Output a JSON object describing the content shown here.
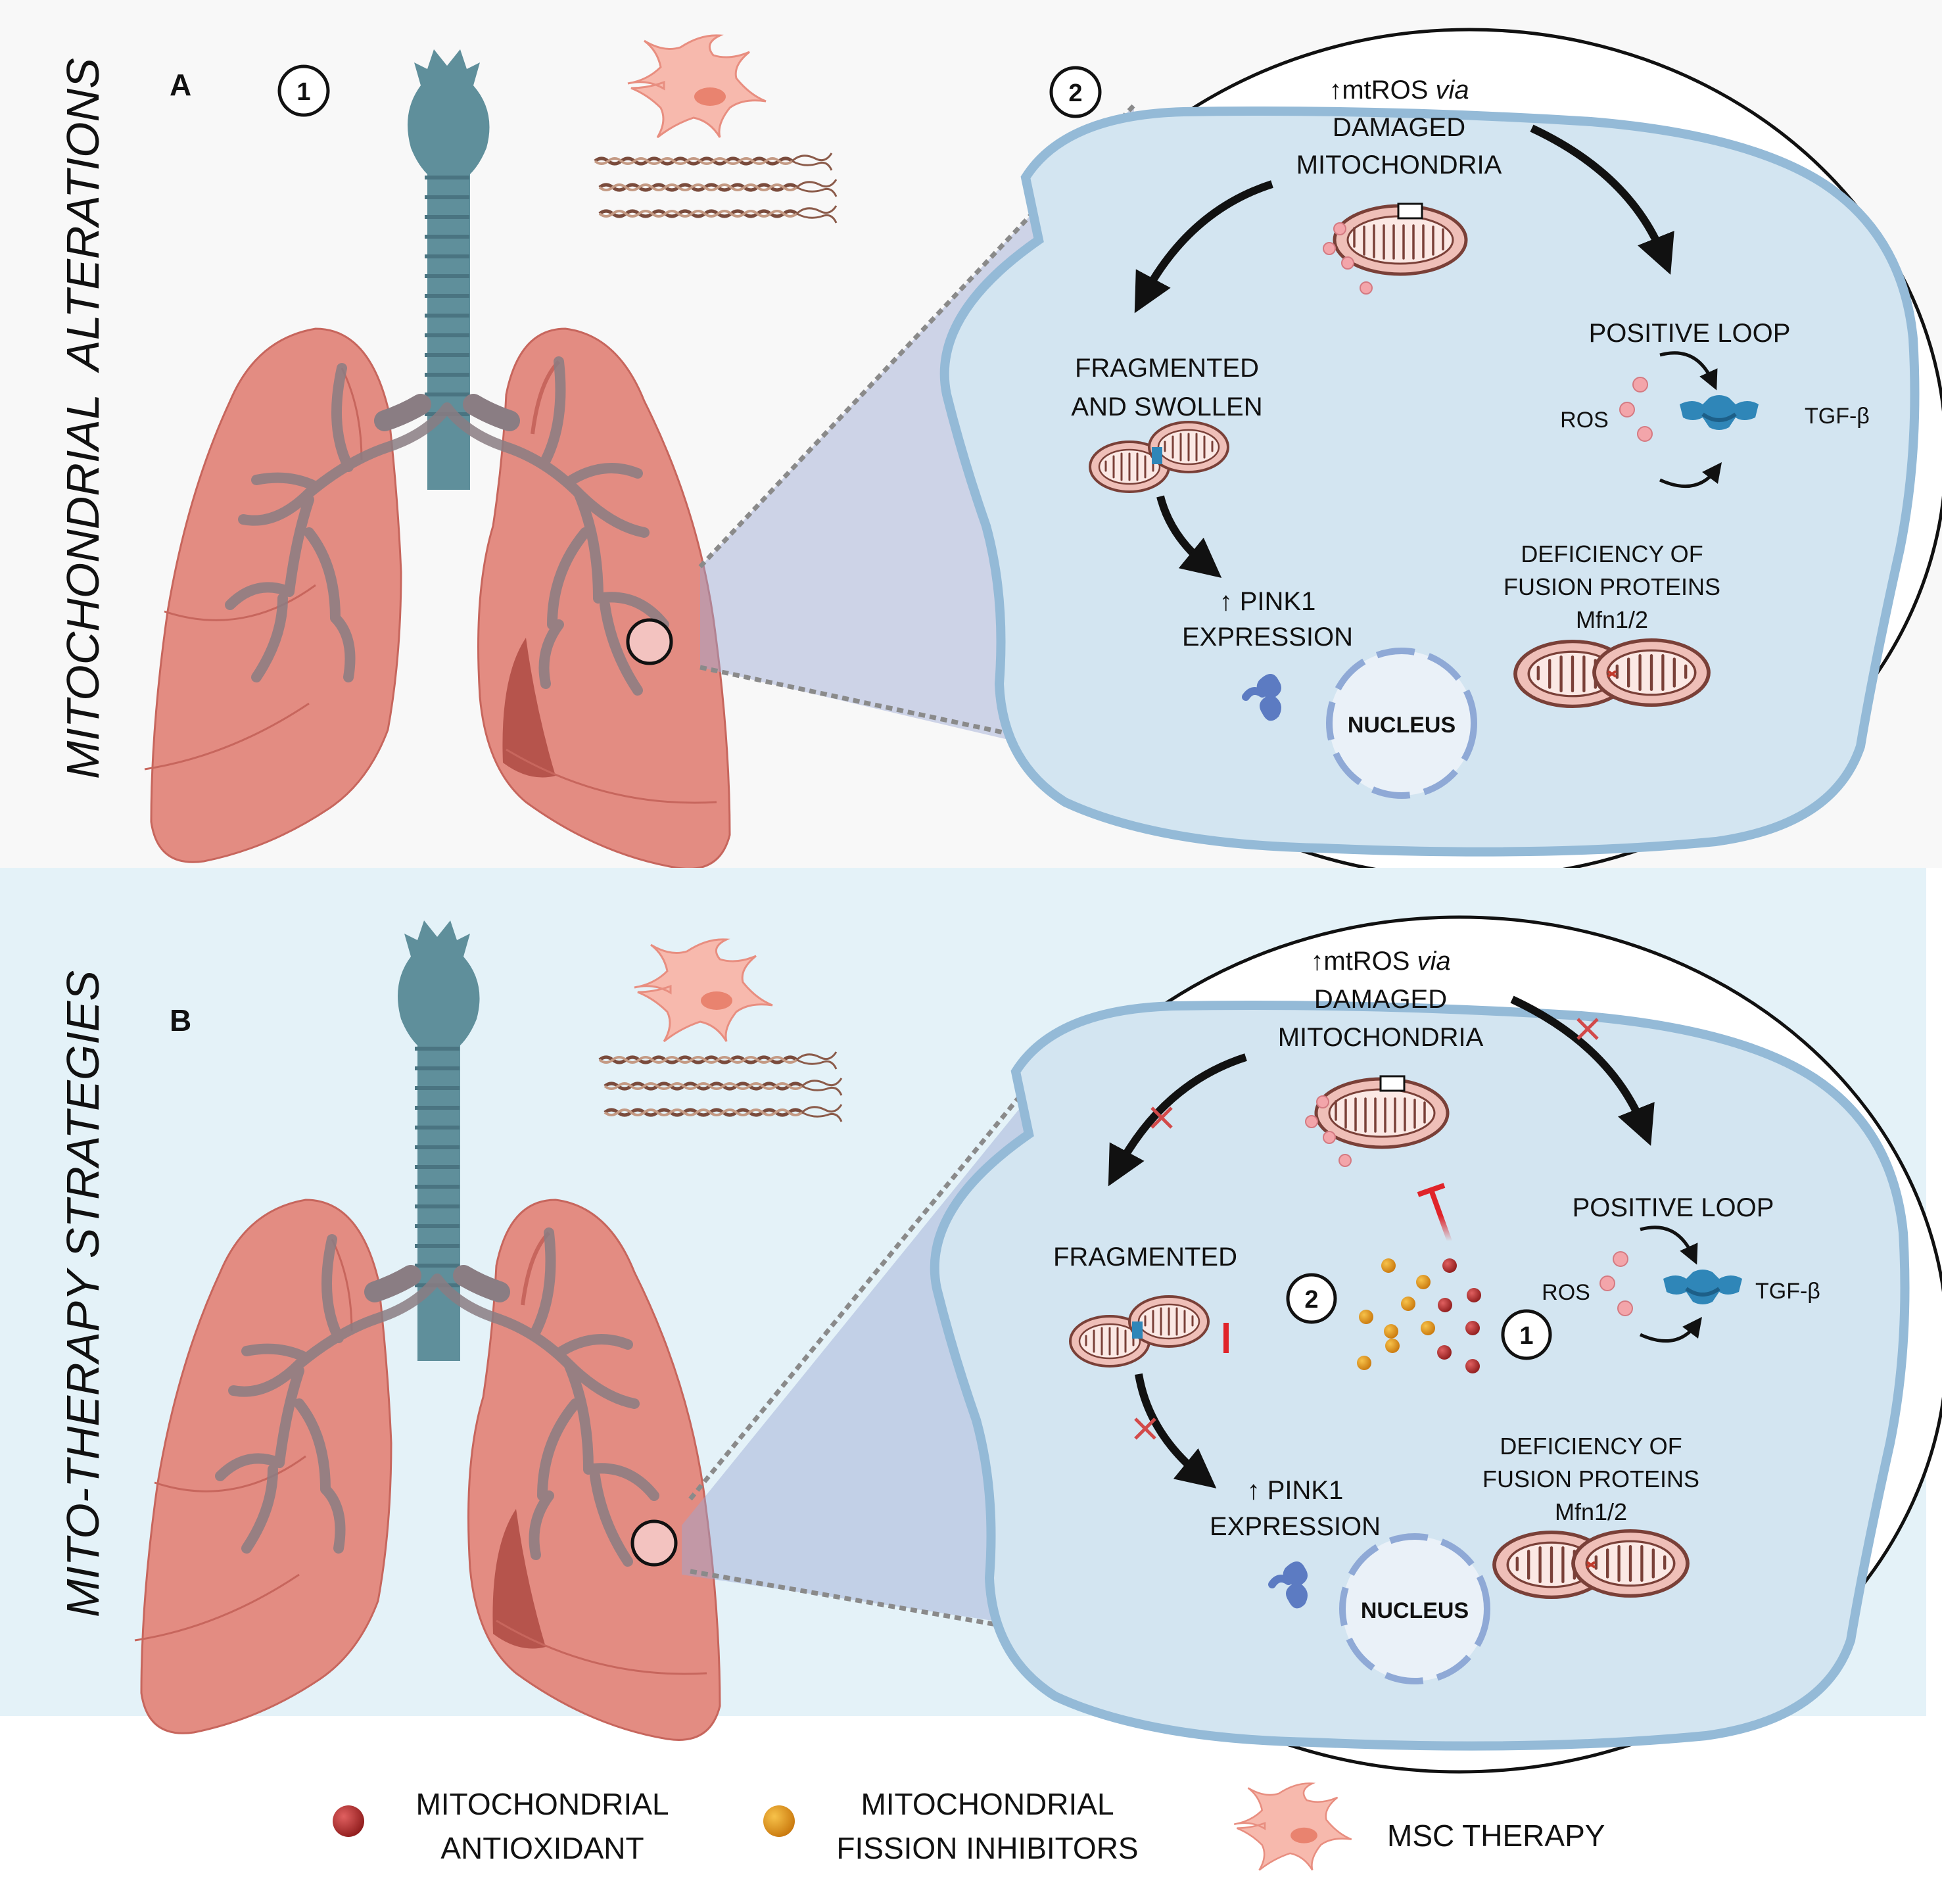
{
  "panel_a": {
    "side_title": "MITOCHONDRIAL  ALTERATIONS",
    "panel_letter": "A",
    "markers": {
      "lung": "1",
      "cell": "2"
    },
    "mtros_line1_prefix": "↑mtROS ",
    "mtros_line1_italic": "via",
    "mtros_line2": "DAMAGED",
    "mtros_line3": "MITOCHONDRIA",
    "fragmented_line1": "FRAGMENTED",
    "fragmented_line2": "AND SWOLLEN",
    "pink1_line1": "↑ PINK1",
    "pink1_line2": "EXPRESSION",
    "nucleus": "NUCLEUS",
    "positive_loop": "POSITIVE LOOP",
    "ros": "ROS",
    "tgf": "TGF-β",
    "deficiency_line1": "DEFICIENCY OF",
    "deficiency_line2": "FUSION PROTEINS",
    "deficiency_line3": "Mfn1/2"
  },
  "panel_b": {
    "side_title": "MITO-THERAPY STRATEGIES",
    "panel_letter": "B",
    "mtros_line1_prefix": "↑mtROS ",
    "mtros_line1_italic": "via",
    "mtros_line2": "DAMAGED",
    "mtros_line3": "MITOCHONDRIA",
    "fragmented": "FRAGMENTED",
    "pink1_line1": "↑ PINK1",
    "pink1_line2": "EXPRESSION",
    "nucleus": "NUCLEUS",
    "positive_loop": "POSITIVE LOOP",
    "ros": "ROS",
    "tgf": "TGF-β",
    "deficiency_line1": "DEFICIENCY OF",
    "deficiency_line2": "FUSION PROTEINS",
    "deficiency_line3": "Mfn1/2",
    "markers": {
      "fission": "2",
      "antioxidant": "1"
    }
  },
  "legend": {
    "antioxidant_line1": "MITOCHONDRIAL",
    "antioxidant_line2": "ANTIOXIDANT",
    "fission_line1": "MITOCHONDRIAL",
    "fission_line2": "FISSION INHIBITORS",
    "msc": "MSC THERAPY"
  },
  "colors": {
    "panel_a_bg": "#f8f8f8",
    "panel_b_bg": "#e4f2f8",
    "cell_fill": "#d3e5f1",
    "cell_border": "#94bad7",
    "lung": "#e38c82",
    "trachea": "#5f8f9b",
    "tgf": "#2f86b8",
    "antioxidant": "#a52a2a",
    "fission_inhibitor": "#e09a1a",
    "inhibition": "#e0242a",
    "msc": "#f4a9a0"
  }
}
